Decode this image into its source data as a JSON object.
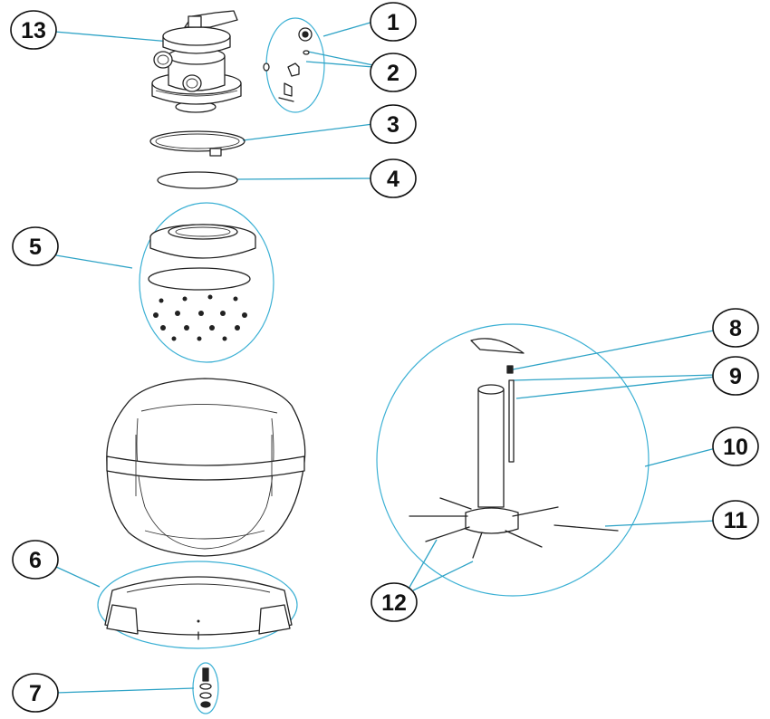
{
  "callouts": [
    {
      "id": "1",
      "label": "1"
    },
    {
      "id": "2",
      "label": "2"
    },
    {
      "id": "3",
      "label": "3"
    },
    {
      "id": "4",
      "label": "4"
    },
    {
      "id": "5",
      "label": "5"
    },
    {
      "id": "6",
      "label": "6"
    },
    {
      "id": "7",
      "label": "7"
    },
    {
      "id": "8",
      "label": "8"
    },
    {
      "id": "9",
      "label": "9"
    },
    {
      "id": "10",
      "label": "10"
    },
    {
      "id": "11",
      "label": "11"
    },
    {
      "id": "12",
      "label": "12"
    },
    {
      "id": "13",
      "label": "13"
    }
  ],
  "colors": {
    "leader": "#2ea3c6",
    "outline": "#222222",
    "background": "#ffffff"
  }
}
